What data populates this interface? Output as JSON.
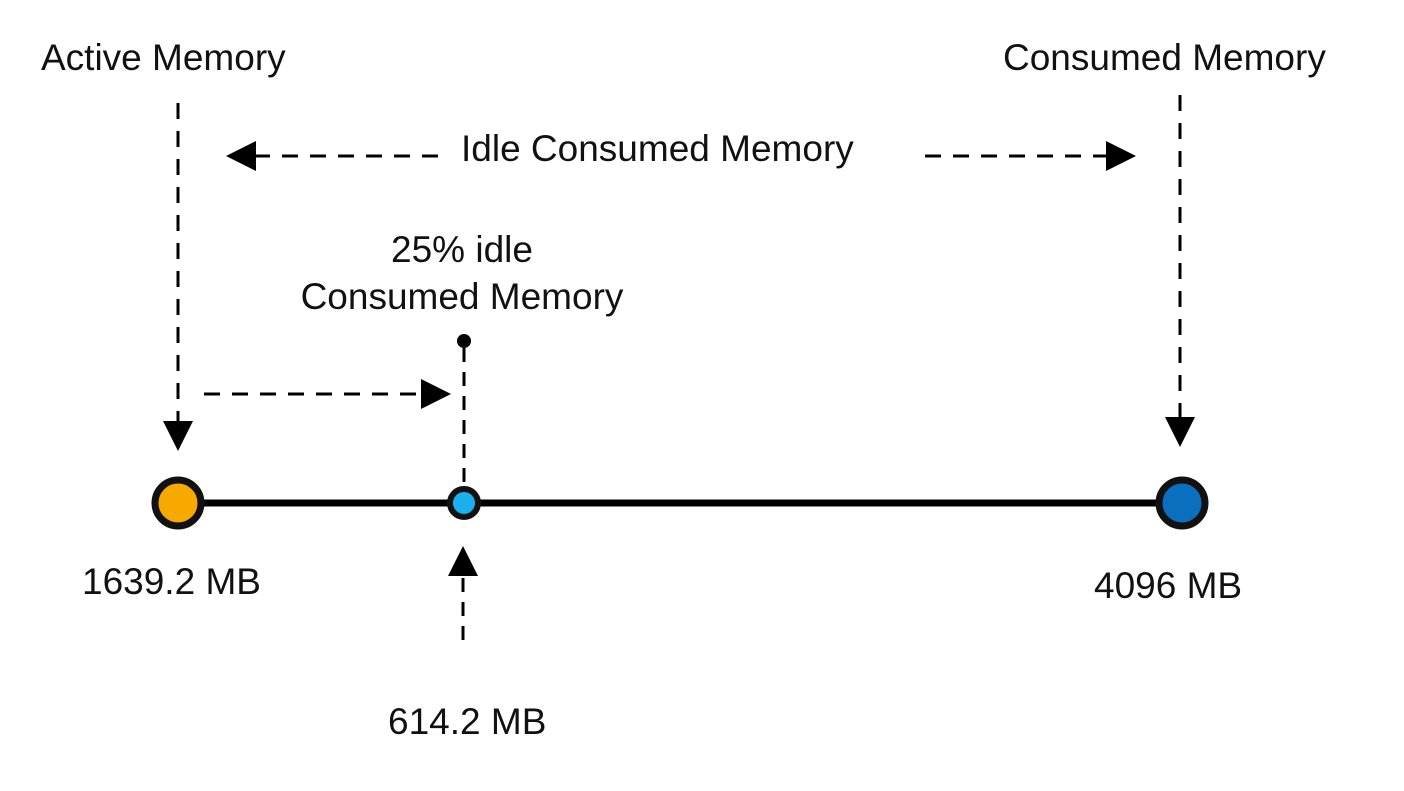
{
  "labels": {
    "active_memory": "Active Memory",
    "consumed_memory": "Consumed Memory",
    "idle_consumed_memory": "Idle Consumed Memory",
    "pct_idle_line1": "25% idle",
    "pct_idle_line2": "Consumed Memory"
  },
  "values": {
    "active_value": "1639.2 MB",
    "target_value": "614.2 MB",
    "consumed_value": "4096 MB"
  },
  "colors": {
    "line": "#000000",
    "active_node": "#f7a900",
    "target_node": "#1ab0ef",
    "consumed_node": "#0a6fbf",
    "node_outline": "#111111"
  }
}
